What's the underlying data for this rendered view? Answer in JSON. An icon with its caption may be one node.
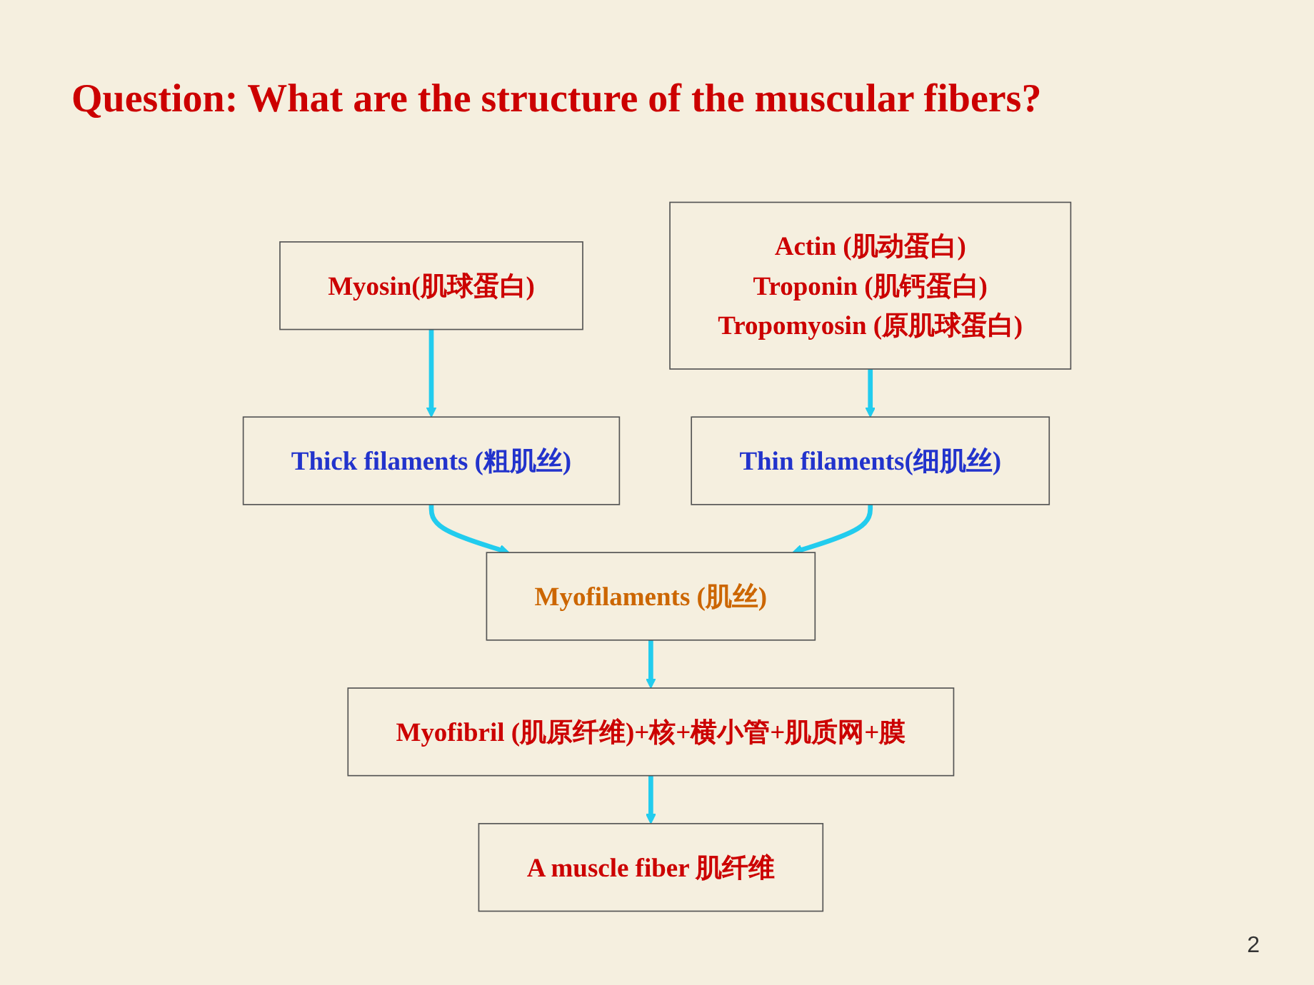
{
  "diagram": {
    "title": "Question: What are the structure of the muscular fibers?",
    "nodes": [
      {
        "text": [
          "Myosin(肌球蛋白)"
        ]
      },
      {
        "text": [
          "Actin (肌动蛋白)",
          "Troponin (肌钙蛋白)",
          "Tropomyosin (原肌球蛋白)"
        ]
      },
      {
        "text": [
          "Thick filaments (粗肌丝)"
        ]
      },
      {
        "text": [
          "Thin filaments(细肌丝)"
        ]
      },
      {
        "text": [
          "Myofilaments (肌丝)"
        ]
      },
      {
        "text": [
          "Myofibril (肌原纤维)+核+横小管+肌质网+膜"
        ]
      },
      {
        "text": [
          "A muscle fiber 肌纤维"
        ]
      }
    ],
    "edges": [
      {
        "from": 0,
        "to": 2,
        "arrow": "to"
      },
      {
        "from": 1,
        "to": 3,
        "arrow": "to"
      },
      {
        "from": 2,
        "to": 4,
        "arrow": "to"
      },
      {
        "from": 3,
        "to": 4,
        "arrow": "to"
      },
      {
        "from": 4,
        "to": 5,
        "arrow": "to"
      },
      {
        "from": 5,
        "to": 6,
        "arrow": "to"
      }
    ],
    "labels": [
      "2"
    ]
  }
}
